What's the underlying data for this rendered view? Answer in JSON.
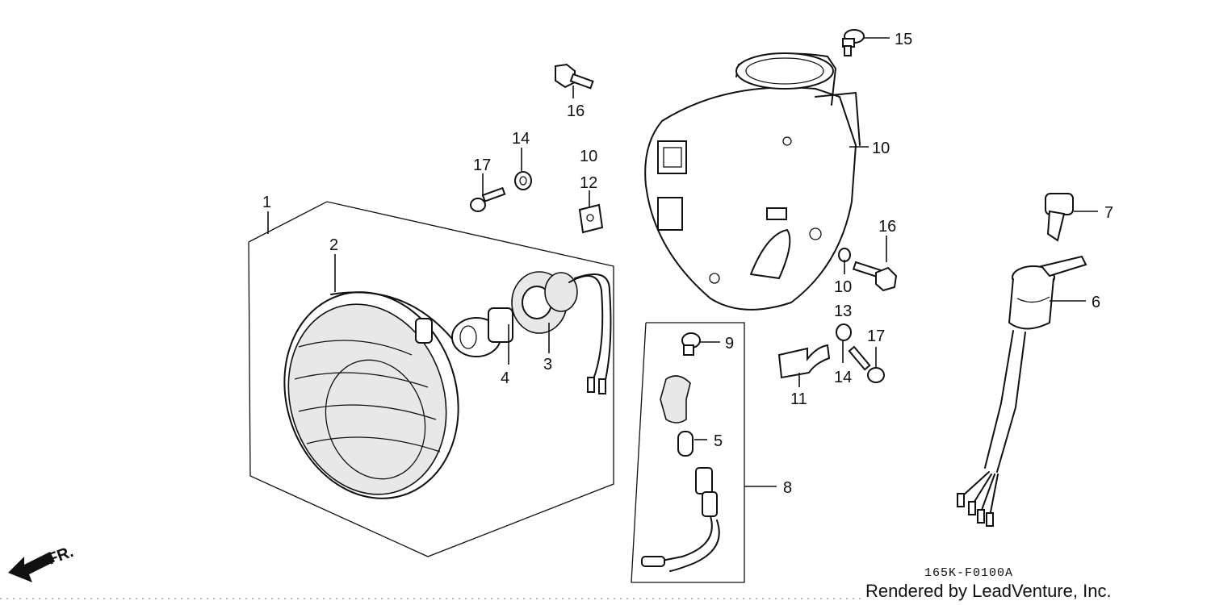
{
  "diagram": {
    "callouts": {
      "c1": "1",
      "c2": "2",
      "c3": "3",
      "c4": "4",
      "c5": "5",
      "c6": "6",
      "c7": "7",
      "c8": "8",
      "c9": "9",
      "c10a": "10",
      "c10b": "10",
      "c10c": "10",
      "c11": "11",
      "c12": "12",
      "c13": "13",
      "c14a": "14",
      "c14b": "14",
      "c15": "15",
      "c16a": "16",
      "c16b": "16",
      "c17a": "17",
      "c17b": "17"
    },
    "direction_label": "FR.",
    "diagram_code": "165K-F0100A",
    "credit": "Rendered by LeadVenture, Inc."
  }
}
